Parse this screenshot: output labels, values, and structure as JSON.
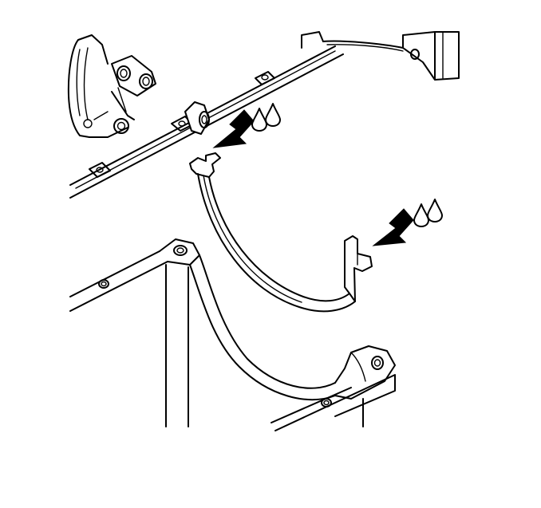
{
  "figure": {
    "kind": "line-art assembly illustration",
    "colors": {
      "line": "#000000",
      "background": "#ffffff"
    },
    "arrows": [
      {
        "name": "upper-arrow",
        "direction": "down-left"
      },
      {
        "name": "lower-arrow",
        "direction": "down-left"
      }
    ],
    "drop_groups": [
      {
        "name": "upper-drops",
        "count": 2
      },
      {
        "name": "lower-drops",
        "count": 2
      }
    ]
  }
}
